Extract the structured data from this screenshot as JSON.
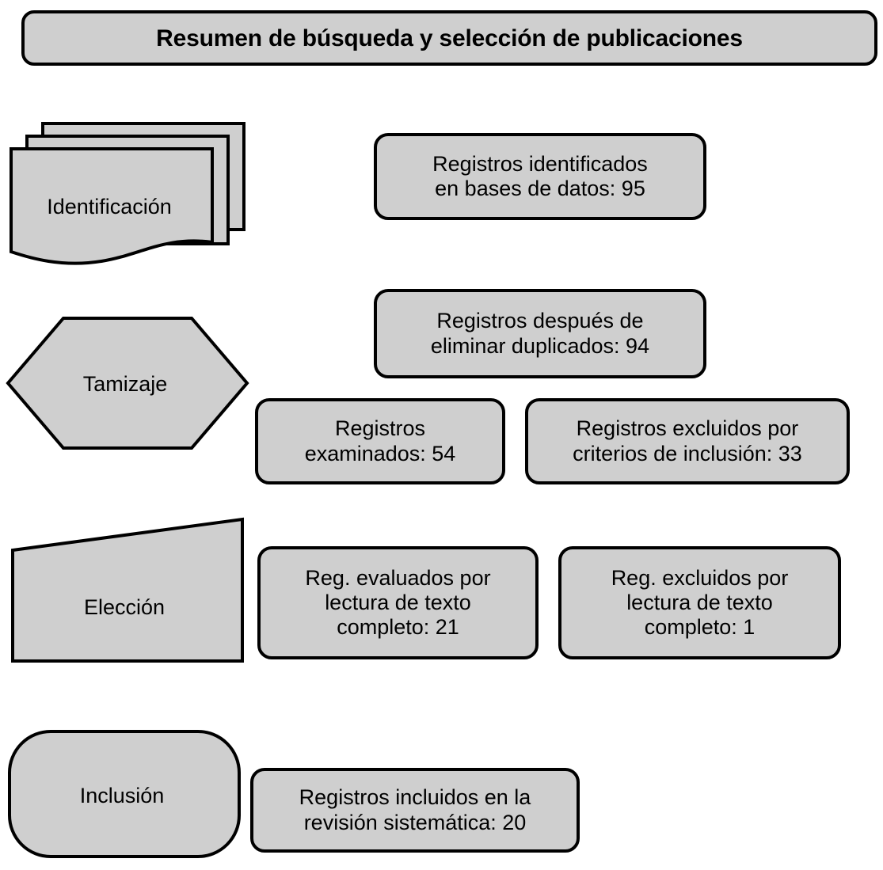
{
  "title": "Resumen de búsqueda y selección de publicaciones",
  "colors": {
    "shape_fill": "#cfcfcf",
    "shape_stroke": "#000000",
    "background": "#ffffff",
    "text": "#000000"
  },
  "stages": [
    {
      "id": "identificacion",
      "label": "Identificación",
      "shape": "multi-document"
    },
    {
      "id": "tamizaje",
      "label": "Tamizaje",
      "shape": "hexagon"
    },
    {
      "id": "eleccion",
      "label": "Elección",
      "shape": "slanted-top-quadrilateral"
    },
    {
      "id": "inclusion",
      "label": "Inclusión",
      "shape": "rounded-rectangle"
    }
  ],
  "boxes": [
    {
      "id": "identificados",
      "stage": "identificacion",
      "text": "Registros identificados\nen bases de datos: 95",
      "count": 95
    },
    {
      "id": "duplicados",
      "stage": "tamizaje",
      "text": "Registros después de\neliminar duplicados: 94",
      "count": 94
    },
    {
      "id": "examinados",
      "stage": "tamizaje",
      "text": "Registros\nexaminados: 54",
      "count": 54
    },
    {
      "id": "excluidos_criterios",
      "stage": "tamizaje",
      "text": "Registros excluidos por\ncriterios de inclusión: 33",
      "count": 33
    },
    {
      "id": "evaluados_texto",
      "stage": "eleccion",
      "text": "Reg. evaluados por\nlectura de texto\ncompleto: 21",
      "count": 21
    },
    {
      "id": "excluidos_texto",
      "stage": "eleccion",
      "text": "Reg. excluidos por\nlectura de texto\ncompleto: 1",
      "count": 1
    },
    {
      "id": "incluidos",
      "stage": "inclusion",
      "text": "Registros incluidos en la\nrevisión sistemática: 20",
      "count": 20
    }
  ]
}
